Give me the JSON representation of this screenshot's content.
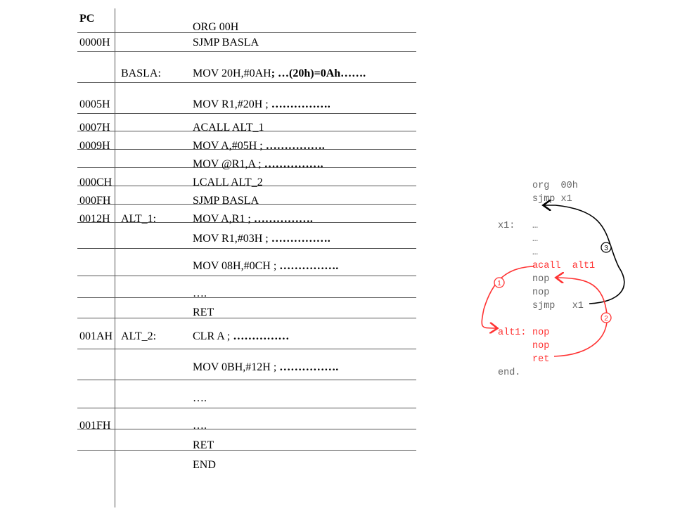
{
  "table": {
    "header": "PC",
    "rows": [
      {
        "pc": "",
        "label": "",
        "instr": "ORG 00H",
        "comment": ""
      },
      {
        "pc": "0000H",
        "label": "",
        "instr": "SJMP BASLA",
        "comment": ""
      },
      {
        "pc": "",
        "label": "BASLA:",
        "instr": "MOV 20H,#0AH",
        "comment": "; …(20h)=0Ah……."
      },
      {
        "pc": "0005H",
        "label": "",
        "instr": "MOV R1,#20H ; ",
        "comment": "……………."
      },
      {
        "pc": "0007H",
        "label": "",
        "instr": "ACALL ALT_1",
        "comment": ""
      },
      {
        "pc": "0009H",
        "label": "",
        "instr": "MOV A,#05H ; ",
        "comment": "……………."
      },
      {
        "pc": "",
        "label": "",
        "instr": "MOV @R1,A ; ",
        "comment": "……………."
      },
      {
        "pc": "000CH",
        "label": "",
        "instr": "LCALL ALT_2",
        "comment": ""
      },
      {
        "pc": "000FH",
        "label": "",
        "instr": "SJMP BASLA",
        "comment": ""
      },
      {
        "pc": "0012H",
        "label": "ALT_1:",
        "instr": "MOV A,R1 ; ",
        "comment": "……………."
      },
      {
        "pc": "",
        "label": "",
        "instr": "MOV R1,#03H ; ",
        "comment": "……………."
      },
      {
        "pc": "",
        "label": "",
        "instr": "MOV 08H,#0CH ; ",
        "comment": "……………."
      },
      {
        "pc": "",
        "label": "",
        "instr": "….",
        "comment": ""
      },
      {
        "pc": "",
        "label": "",
        "instr": "RET",
        "comment": ""
      },
      {
        "pc": "001AH",
        "label": "ALT_2:",
        "instr": "CLR A ; ",
        "comment": "……………"
      },
      {
        "pc": "",
        "label": "",
        "instr": "MOV 0BH,#12H ; ",
        "comment": "……………."
      },
      {
        "pc": "",
        "label": "",
        "instr": "….",
        "comment": ""
      },
      {
        "pc": "001FH",
        "label": "",
        "instr": "….",
        "comment": ""
      },
      {
        "pc": "",
        "label": "",
        "instr": "RET",
        "comment": ""
      },
      {
        "pc": "",
        "label": "",
        "instr": "END",
        "comment": ""
      }
    ]
  },
  "diagram": {
    "lines": [
      {
        "label": "",
        "text": "org  00h",
        "color": "gray"
      },
      {
        "label": "",
        "text": "sjmp x1",
        "color": "gray"
      },
      {
        "label": "x1:",
        "text": "…",
        "color": "gray"
      },
      {
        "label": "",
        "text": "…",
        "color": "gray"
      },
      {
        "label": "",
        "text": "…",
        "color": "gray"
      },
      {
        "label": "",
        "text": "acall  alt1",
        "color": "red"
      },
      {
        "label": "",
        "text": "nop",
        "color": "gray"
      },
      {
        "label": "",
        "text": "nop",
        "color": "gray"
      },
      {
        "label": "",
        "text": "sjmp   x1",
        "color": "gray"
      },
      {
        "label": "alt1:",
        "text": "nop",
        "color": "red"
      },
      {
        "label": "",
        "text": "nop",
        "color": "red"
      },
      {
        "label": "",
        "text": "ret",
        "color": "red"
      },
      {
        "label": "end.",
        "text": "",
        "color": "gray"
      }
    ],
    "markers": [
      "1",
      "2",
      "3"
    ],
    "colors": {
      "red": "#ff3333",
      "gray": "#666666",
      "black": "#000000"
    }
  }
}
